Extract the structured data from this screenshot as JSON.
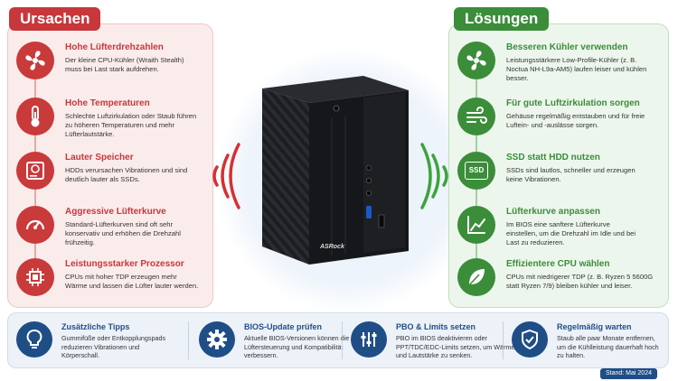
{
  "left": {
    "heading": "Ursachen",
    "items": [
      {
        "title": "Hohe Lüfterdrehzahlen",
        "desc": "Der kleine CPU-Kühler (Wraith Stealth) muss bei Last stark aufdrehen.",
        "icon": "fan-icon"
      },
      {
        "title": "Hohe Temperaturen",
        "desc": "Schlechte Luftzirkulation oder Staub führen zu höheren Temperaturen und mehr Lüfterlautstärke.",
        "icon": "thermometer-icon"
      },
      {
        "title": "Lauter Speicher",
        "desc": "HDDs verursachen Vibrationen und sind deutlich lauter als SSDs.",
        "icon": "hdd-icon"
      },
      {
        "title": "Aggressive Lüfterkurve",
        "desc": "Standard-Lüfterkurven sind oft sehr konservativ und erhöhen die Drehzahl frühzeitig.",
        "icon": "gauge-icon"
      },
      {
        "title": "Leistungsstarker Prozessor",
        "desc": "CPUs mit hoher TDP erzeugen mehr Wärme und lassen die Lüfter lauter werden.",
        "icon": "cpu-icon"
      }
    ]
  },
  "right": {
    "heading": "Lösungen",
    "items": [
      {
        "title": "Besseren Kühler verwenden",
        "desc": "Leistungsstärkere Low-Profile-Kühler (z. B. Noctua NH-L9a-AM5) laufen leiser und kühlen besser.",
        "icon": "fan-icon"
      },
      {
        "title": "Für gute Luftzirkulation sorgen",
        "desc": "Gehäuse regelmäßig entstauben und für freie Luftein- und -auslässe sorgen.",
        "icon": "airflow-icon"
      },
      {
        "title": "SSD statt HDD nutzen",
        "desc": "SSDs sind lautlos, schneller und erzeugen keine Vibrationen.",
        "icon": "ssd-icon",
        "icon_text": "SSD"
      },
      {
        "title": "Lüfterkurve anpassen",
        "desc": "Im BIOS eine sanftere Lüfterkurve einstellen, um die Drehzahl im Idle und bei Last zu reduzieren.",
        "icon": "curve-chart-icon"
      },
      {
        "title": "Effizientere CPU wählen",
        "desc": "CPUs mit niedrigerer TDP (z. B. Ryzen 5 5600G statt Ryzen 7/9) bleiben kühler und leiser.",
        "icon": "leaf-icon"
      }
    ]
  },
  "device": {
    "brand": "ASRock"
  },
  "tips": [
    {
      "title": "Zusätzliche Tipps",
      "desc": "Gummifüße oder Entkopplungspads reduzieren Vibrationen und Körperschall.",
      "icon": "lightbulb-icon"
    },
    {
      "title": "BIOS-Update prüfen",
      "desc": "Aktuelle BIOS-Versionen können die Lüftersteuerung und Kompatibilität verbessern.",
      "icon": "gear-icon"
    },
    {
      "title": "PBO & Limits setzen",
      "desc": "PBO im BIOS deaktivieren oder PPT/TDC/EDC-Limits setzen, um Wärme und Lautstärke zu senken.",
      "icon": "sliders-icon"
    },
    {
      "title": "Regelmäßig warten",
      "desc": "Staub alle paar Monate entfernen, um die Kühlleistung dauerhaft hoch zu halten.",
      "icon": "shield-check-icon"
    }
  ],
  "footer": {
    "stand": "Stand: Mai 2024"
  },
  "colors": {
    "red": "#c8373a",
    "green": "#3b8d3a",
    "navy": "#1f4e87"
  }
}
